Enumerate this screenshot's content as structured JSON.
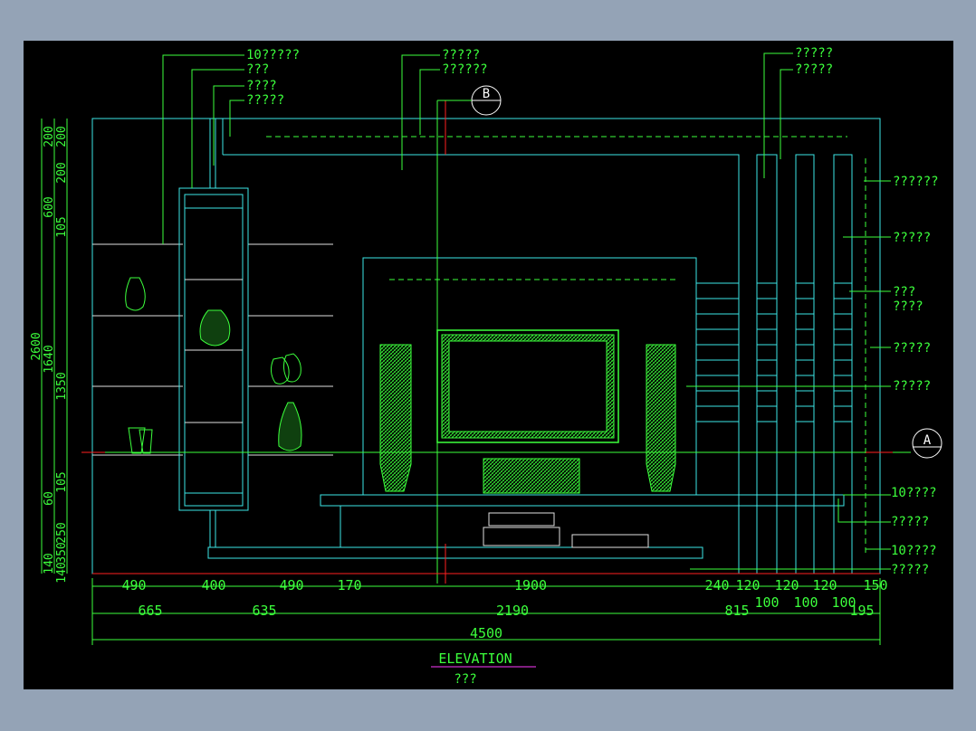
{
  "callouts_left_top": [
    "10?????",
    "???",
    "????",
    "?????"
  ],
  "callouts_center_top": [
    "?????",
    "??????"
  ],
  "callouts_right_top": [
    "?????",
    "?????"
  ],
  "callouts_right": [
    "??????",
    "?????",
    "???",
    "????",
    "?????",
    "?????",
    "10????",
    "?????",
    "10????",
    "?????"
  ],
  "section_marks": {
    "b": "B",
    "a": "A"
  },
  "dims_left": [
    "2600",
    "1640",
    "1350",
    "200",
    "200",
    "200",
    "105",
    "600",
    "105",
    "60",
    "250",
    "350",
    "140",
    "140"
  ],
  "dims_bottom_row1": [
    "490",
    "400",
    "490",
    "170",
    "1900",
    "240",
    "120",
    "120",
    "120",
    "150"
  ],
  "dims_bottom_row1b": [
    "100",
    "100",
    "100"
  ],
  "dims_bottom_row2": [
    "665",
    "635",
    "2190",
    "815",
    "195"
  ],
  "dims_total": "4500",
  "title": "ELEVATION",
  "subtitle": "???",
  "colors": {
    "background": "#000000",
    "frame": "#94a3b6",
    "line_green": "#3cff3c",
    "line_cyan": "#3ce6e6",
    "line_red": "#ff2020",
    "line_white": "#e0e0e0"
  }
}
